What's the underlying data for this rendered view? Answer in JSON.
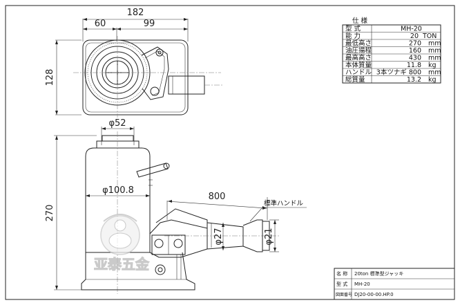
{
  "spec_table": {
    "header": "仕 様",
    "rows": [
      {
        "label": "型 式",
        "value": "MH-20",
        "unit": ""
      },
      {
        "label": "能 力",
        "value": "20",
        "unit": "TON"
      },
      {
        "label": "最低高さ",
        "value": "270",
        "unit": "mm"
      },
      {
        "label": "油圧揚程",
        "value": "160",
        "unit": "mm"
      },
      {
        "label": "最高高さ",
        "value": "430",
        "unit": "mm"
      },
      {
        "label": "本体質量",
        "value": "11.8",
        "unit": "kg"
      },
      {
        "label": "ハンドル",
        "value": "3本ツナギ 800",
        "unit": "mm"
      },
      {
        "label": "総質量",
        "value": "13.2",
        "unit": "kg"
      }
    ]
  },
  "dimensions": {
    "overall_width": "182",
    "left_width": "60",
    "right_width": "99",
    "plan_height": "128",
    "saddle_dia": "φ52",
    "body_dia": "φ100.8",
    "total_height": "270",
    "handle_length": "800",
    "handle_socket_dia": "φ27",
    "handle_end_dia": "φ21",
    "handle_label": "標準ハンドル"
  },
  "title_block": {
    "rows": [
      {
        "label": "名 称",
        "value": "20ton 標準型ジャッキ"
      },
      {
        "label": "型 式",
        "value": "MH-20"
      },
      {
        "label": "図面番号",
        "value": "DJ20-00-00.HP.0"
      }
    ]
  },
  "watermark": {
    "text": "亚泰五金"
  }
}
